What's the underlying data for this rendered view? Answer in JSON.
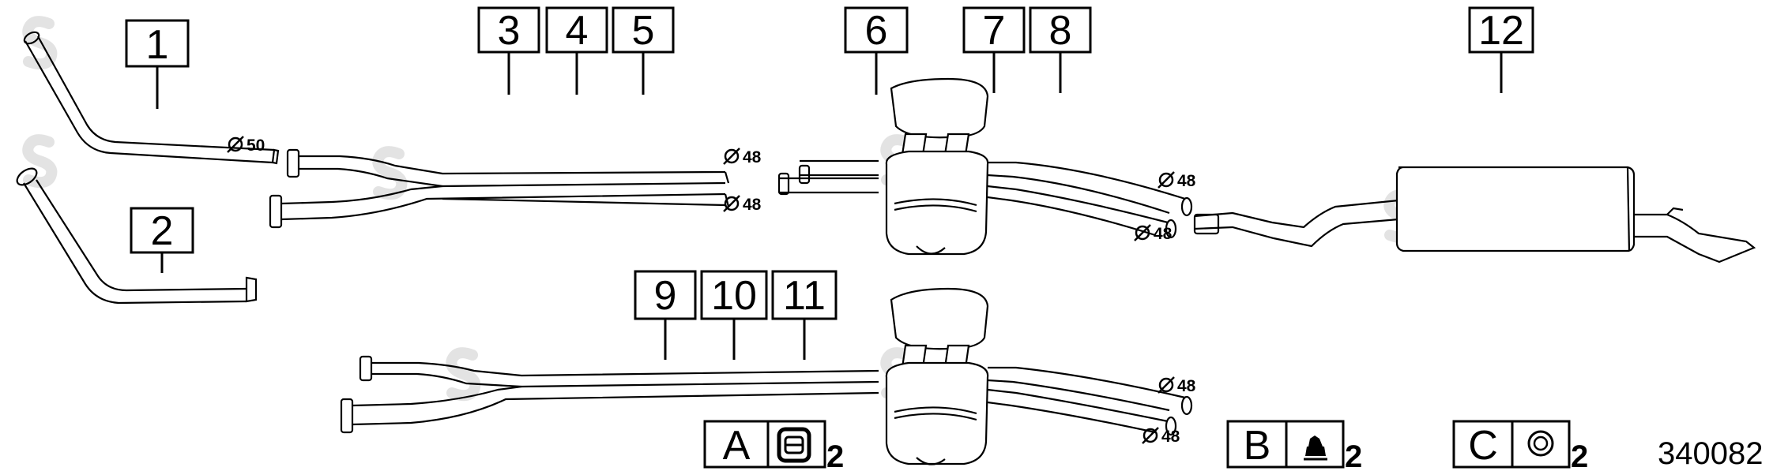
{
  "parts": [
    {
      "id": "1"
    },
    {
      "id": "2"
    },
    {
      "id": "3"
    },
    {
      "id": "4"
    },
    {
      "id": "5"
    },
    {
      "id": "6"
    },
    {
      "id": "7"
    },
    {
      "id": "8"
    },
    {
      "id": "9"
    },
    {
      "id": "10"
    },
    {
      "id": "11"
    },
    {
      "id": "12"
    }
  ],
  "dimensions": {
    "d50": "50",
    "d48": "48"
  },
  "legend": [
    {
      "letter": "A",
      "qty": "2",
      "icon": "gasket-icon"
    },
    {
      "letter": "B",
      "qty": "2",
      "icon": "rubber-mount-icon"
    },
    {
      "letter": "C",
      "qty": "2",
      "icon": "ring-seal-icon"
    }
  ],
  "drawing_number": "340082",
  "colors": {
    "line": "#000000",
    "watermark": "#e3e3e3",
    "background": "#ffffff"
  }
}
